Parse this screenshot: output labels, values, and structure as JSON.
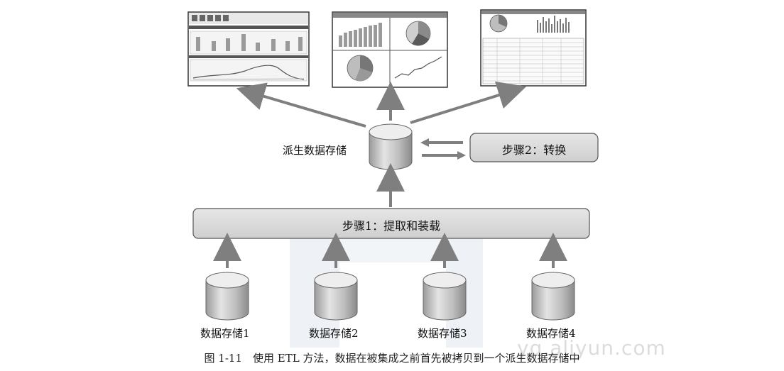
{
  "derived_store": {
    "label": "派生数据存储"
  },
  "step2": {
    "label": "步骤2：转换"
  },
  "step1": {
    "label": "步骤1：提取和装载"
  },
  "sources": [
    {
      "label": "数据存储1"
    },
    {
      "label": "数据存储2"
    },
    {
      "label": "数据存储3"
    },
    {
      "label": "数据存储4"
    }
  ],
  "caption": "图 1-11　使用 ETL 方法，数据在被集成之前首先被拷贝到一个派生数据存储中",
  "watermark": "yq.aliyun.com",
  "colors": {
    "arrow": "#7f7f7f",
    "box_fill": "#d9d9d9",
    "box_stroke": "#555555",
    "cyl_top": "#eeeeee",
    "cyl_body": "#bdbdbd"
  }
}
